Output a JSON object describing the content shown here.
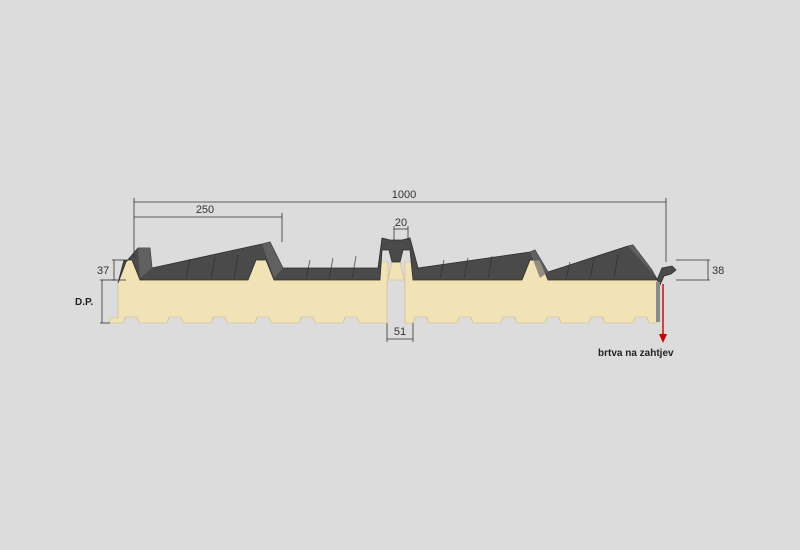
{
  "colors": {
    "background": "#dcdcdc",
    "foam_core": "#f2e3b6",
    "metal_sheet": "#4a4a4a",
    "metal_highlight": "#6a6a6a",
    "dimension_line": "#333333",
    "seal_arrow": "#cc0000"
  },
  "dimensions": {
    "total_width": "1000",
    "rib_pitch": "250",
    "rib_top_width": "20",
    "rib_height_left": "37",
    "rib_height_right": "38",
    "joint_width": "51",
    "panel_thickness": "D.P."
  },
  "labels": {
    "seal_note": "brtva na zahtjev"
  }
}
